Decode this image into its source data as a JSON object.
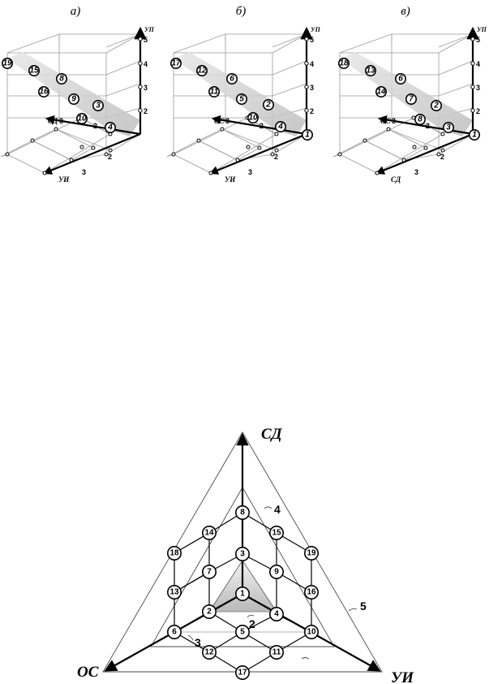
{
  "panels": [
    {
      "title": "а)",
      "axis_vertical": "УП",
      "axis_left": "СД",
      "axis_front": "УИ",
      "scale_vertical": [
        "2",
        "3",
        "4",
        "5"
      ],
      "scale_left": "3",
      "scale_left_near": "2",
      "scale_front": [
        "2",
        "3"
      ],
      "nodes": [
        "19",
        "15",
        "8",
        "16",
        "9",
        "3",
        "10",
        "4"
      ]
    },
    {
      "title": "б)",
      "axis_vertical": "УП",
      "axis_left": "ОС",
      "axis_front": "УИ",
      "scale_vertical": [
        "2",
        "3",
        "4",
        "5"
      ],
      "scale_left": "3",
      "scale_left_near": "2",
      "scale_front": [
        "2",
        "3"
      ],
      "nodes": [
        "17",
        "12",
        "6",
        "11",
        "5",
        "2",
        "10",
        "4",
        "1"
      ]
    },
    {
      "title": "в)",
      "axis_vertical": "УП",
      "axis_left": "ОС",
      "axis_front": "СД",
      "scale_vertical": [
        "2",
        "3",
        "4",
        "5"
      ],
      "scale_left": "3",
      "scale_left_near": "2",
      "scale_front": [
        "2",
        "3"
      ],
      "nodes": [
        "18",
        "13",
        "6",
        "14",
        "7",
        "2",
        "8",
        "3",
        "1"
      ]
    }
  ],
  "triangle": {
    "axis_top": "СД",
    "axis_left": "ОС",
    "axis_right": "УИ",
    "level_labels": [
      "2",
      "3",
      "4",
      "5"
    ],
    "nodes": [
      "1",
      "2",
      "3",
      "4",
      "5",
      "6",
      "7",
      "8",
      "9",
      "10",
      "11",
      "12",
      "13",
      "14",
      "15",
      "16",
      "17",
      "18",
      "19"
    ]
  }
}
